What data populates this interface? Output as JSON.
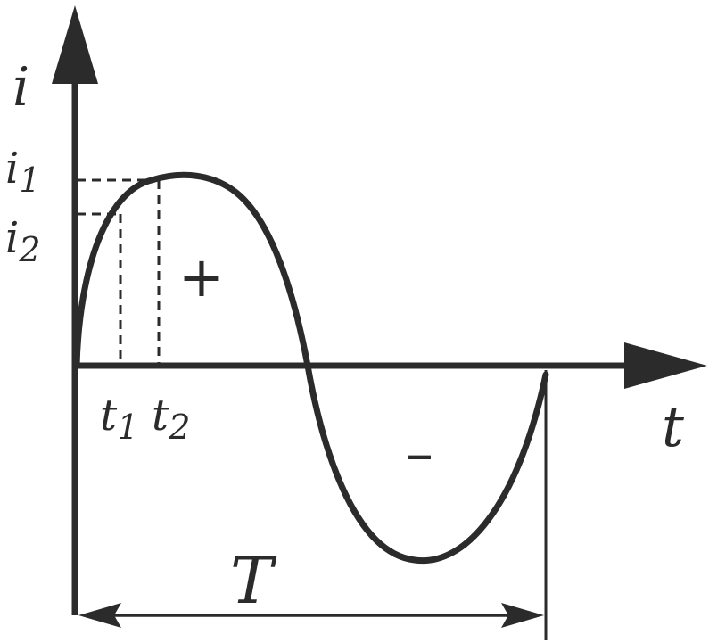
{
  "axes": {
    "y_label": "i",
    "x_label": "t"
  },
  "levels": {
    "i1": {
      "base": "i",
      "sub": "1"
    },
    "i2": {
      "base": "i",
      "sub": "2"
    }
  },
  "times": {
    "t1": {
      "base": "t",
      "sub": "1"
    },
    "t2": {
      "base": "t",
      "sub": "2"
    }
  },
  "regions": {
    "positive": "+",
    "negative": "–"
  },
  "period_label": "T",
  "colors": {
    "ink": "#2b2b2b",
    "background": "#ffffff"
  }
}
